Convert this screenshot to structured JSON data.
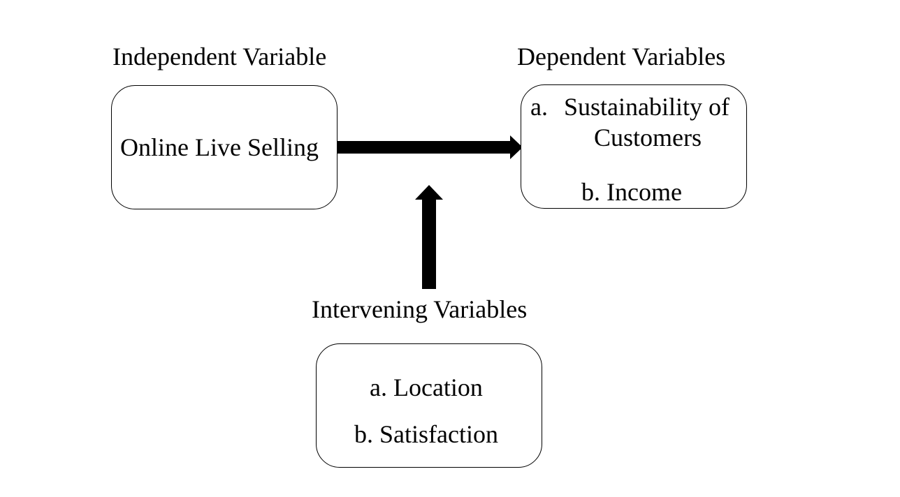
{
  "independent": {
    "heading": "Independent Variable",
    "box_text": "Online Live Selling"
  },
  "dependent": {
    "heading": "Dependent Variables",
    "item_a_marker": "a.",
    "item_a_line1": "Sustainability of",
    "item_a_line2": "Customers",
    "item_b": "b. Income"
  },
  "intervening": {
    "heading": "Intervening Variables",
    "item_a": "a. Location",
    "item_b": "b. Satisfaction"
  },
  "colors": {
    "stroke": "#000000",
    "background": "#ffffff"
  }
}
